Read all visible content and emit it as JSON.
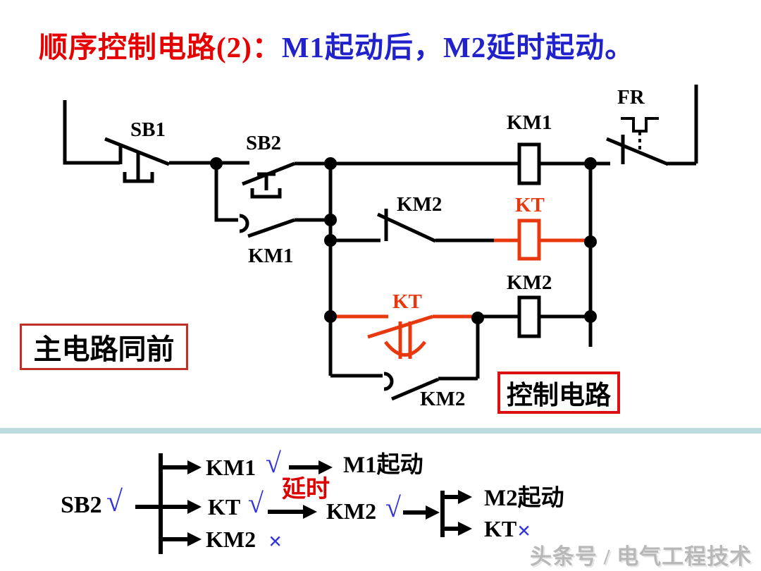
{
  "title": {
    "red_part": "顺序控制电路(2)：",
    "blue_part": "M1起动后，M2延时起动。"
  },
  "circuit": {
    "labels": {
      "sb1": "SB1",
      "sb2": "SB2",
      "km1_aux": "KM1",
      "km1_coil": "KM1",
      "fr": "FR",
      "km2_interlock": "KM2",
      "kt_coil": "KT",
      "km2_coil": "KM2",
      "kt_delay_contact": "KT",
      "km2_aux": "KM2"
    },
    "notes": {
      "main_circuit": "主电路同前",
      "control_circuit": "控制电路"
    },
    "colors": {
      "wire_black": "#000000",
      "timer_red": "#e8380d",
      "note_border_main": "#c03028",
      "note_border_control": "#dd1111"
    }
  },
  "flow": {
    "start": {
      "label": "SB2",
      "mark": "√"
    },
    "branches": [
      {
        "label": "KM1",
        "mark": "√"
      },
      {
        "label": "KT",
        "mark": "√"
      },
      {
        "label": "KM2",
        "mark": "×"
      }
    ],
    "delay_label": "延时",
    "results": {
      "m1": "M1起动",
      "m2": "M2起动"
    },
    "km2_on": {
      "label": "KM2",
      "mark": "√"
    },
    "kt_off": {
      "label": "KT",
      "mark": "×"
    },
    "colors": {
      "mark_blue": "#3333dd",
      "delay_red": "#dd0000",
      "divider": "#bcdce2"
    }
  },
  "watermark": "头条号 / 电气工程技术"
}
